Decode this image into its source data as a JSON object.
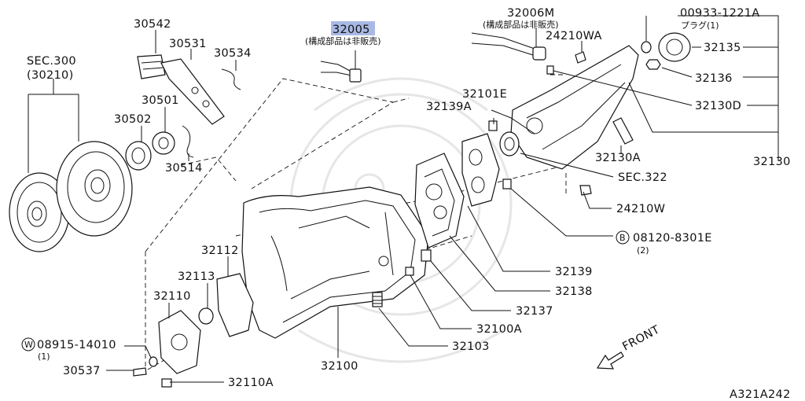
{
  "diagram": {
    "code": "A321A242",
    "front_label": "FRONT",
    "highlighted_part": "32005",
    "labels": {
      "sec300": "SEC.300",
      "sec300_sub": "(30210)",
      "p30542": "30542",
      "p30531": "30531",
      "p30534": "30534",
      "p30501": "30501",
      "p30502": "30502",
      "p30514": "30514",
      "p32005": "32005",
      "p32005_note": "(構成部品は非販売)",
      "p32006M": "32006M",
      "p32006M_note": "(構成部品は非販売)",
      "p24210WA": "24210WA",
      "p00933": "00933-1221A",
      "p00933_note": "プラグ(1)",
      "p32135": "32135",
      "p32136": "32136",
      "p32130D": "32130D",
      "p32130": "32130",
      "p32101E": "32101E",
      "p32139A": "32139A",
      "p32130A": "32130A",
      "sec322": "SEC.322",
      "p24210W": "24210W",
      "b_prefix": "B",
      "p08120": "08120-8301E",
      "p08120_qty": "(2)",
      "p32139": "32139",
      "p32138": "32138",
      "p32137": "32137",
      "p32100A": "32100A",
      "p32103": "32103",
      "p32100": "32100",
      "p32112": "32112",
      "p32113": "32113",
      "p32110": "32110",
      "w_prefix": "W",
      "p08915": "08915-14010",
      "p08915_qty": "(1)",
      "p30537": "30537",
      "p32110A": "32110A"
    }
  }
}
